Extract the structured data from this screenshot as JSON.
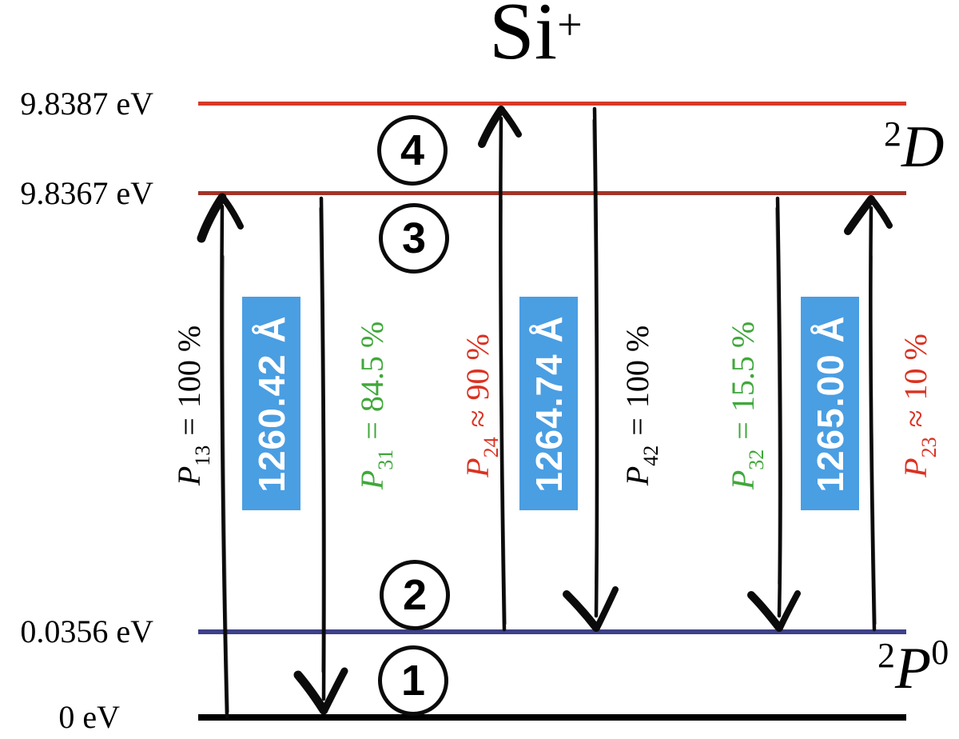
{
  "title": {
    "element": "Si",
    "charge": "+"
  },
  "energy_axis": {
    "level4": "9.8387 eV",
    "level3": "9.8367 eV",
    "level2": "0.0356 eV",
    "level1": "0 eV"
  },
  "level_numbers": {
    "l4": "4",
    "l3": "3",
    "l2": "2",
    "l1": "1"
  },
  "terms": {
    "upper": {
      "sup": "2",
      "letter": "D",
      "post": ""
    },
    "lower": {
      "sup": "2",
      "letter": "P",
      "post": "0"
    }
  },
  "probabilities": {
    "p13": {
      "symbol": "P",
      "sub": "13",
      "relation": "=",
      "value": "100 %",
      "direction": "up"
    },
    "p31": {
      "symbol": "P",
      "sub": "31",
      "relation": "=",
      "value": "84.5 %",
      "direction": "down"
    },
    "p24": {
      "symbol": "P",
      "sub": "24",
      "relation": "≈",
      "value": "90 %",
      "direction": "up"
    },
    "p42": {
      "symbol": "P",
      "sub": "42",
      "relation": "=",
      "value": "100 %",
      "direction": "down"
    },
    "p32": {
      "symbol": "P",
      "sub": "32",
      "relation": "=",
      "value": "15.5 %",
      "direction": "down"
    },
    "p23": {
      "symbol": "P",
      "sub": "23",
      "relation": "≈",
      "value": "10 %",
      "direction": "up"
    }
  },
  "wavelengths": {
    "w13": "1260.42 Å",
    "w24": "1264.74 Å",
    "w23": "1265.00 Å"
  },
  "colors": {
    "level4_line": "#d53a28",
    "level3_line": "#a23427",
    "level2_line": "#3e4189",
    "level1_line": "#000000",
    "wavelength_box": "#4a9ee2",
    "wavelength_text": "#ffffff",
    "prob_green": "#3fa83a",
    "prob_red": "#da3222",
    "prob_black": "#000000"
  }
}
